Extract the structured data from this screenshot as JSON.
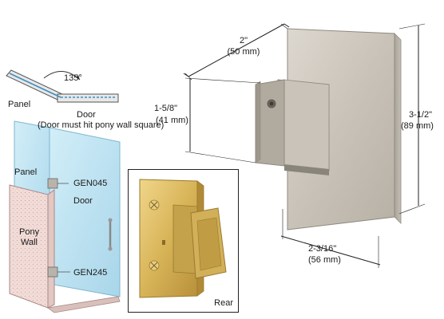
{
  "diagram": {
    "angle_label": "135°",
    "panel_label_top": "Panel",
    "door_label_top": "Door",
    "door_note": "(Door must hit pony wall square)",
    "panel_label_side": "Panel",
    "gen045_label": "GEN045",
    "door_label_side": "Door",
    "pony_wall_label_line1": "Pony",
    "pony_wall_label_line2": "Wall",
    "gen245_label": "GEN245"
  },
  "inset": {
    "rear_label": "Rear"
  },
  "dimensions": {
    "width_imperial": "2\"",
    "width_metric": "(50 mm)",
    "plate_imperial": "1-5/8\"",
    "plate_metric": "(41 mm)",
    "height_imperial": "3-1/2\"",
    "height_metric": "(89  mm)",
    "depth_imperial": "2-3/16''",
    "depth_metric": "(56 mm)"
  },
  "colors": {
    "glass": "#bfe3f2",
    "glass_dark": "#8fc7e0",
    "wall": "#f0d8d4",
    "wall_dot": "#c9a8a3",
    "brass": "#d9b55a",
    "nickel": "#c9c4bb"
  }
}
